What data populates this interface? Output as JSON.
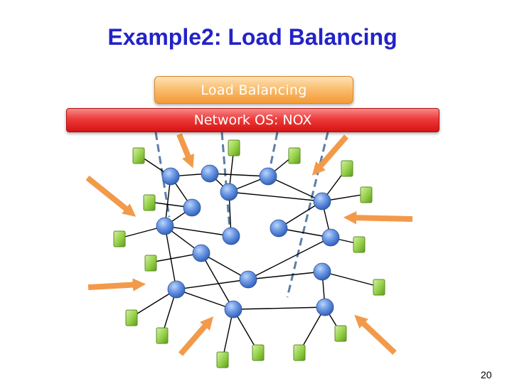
{
  "slide": {
    "title": "Example2: Load Balancing",
    "page_number": "20"
  },
  "layers": {
    "application_label": "Load Balancing",
    "network_os_label": "Network OS: NOX"
  },
  "colors": {
    "title": "#2323c8",
    "application_bar": "#f59a36",
    "network_os_bar": "#e02424",
    "switch_node": "#4a7fd6",
    "host": "#8fcf3c",
    "traffic_arrow": "#f29a4a",
    "control_link": "#5b7fa6",
    "data_link": "#000000"
  },
  "icons": {
    "switch": "blue-sphere-switch",
    "host": "green-host-box",
    "traffic": "orange-arrow",
    "control_channel": "dashed-blue-line"
  }
}
